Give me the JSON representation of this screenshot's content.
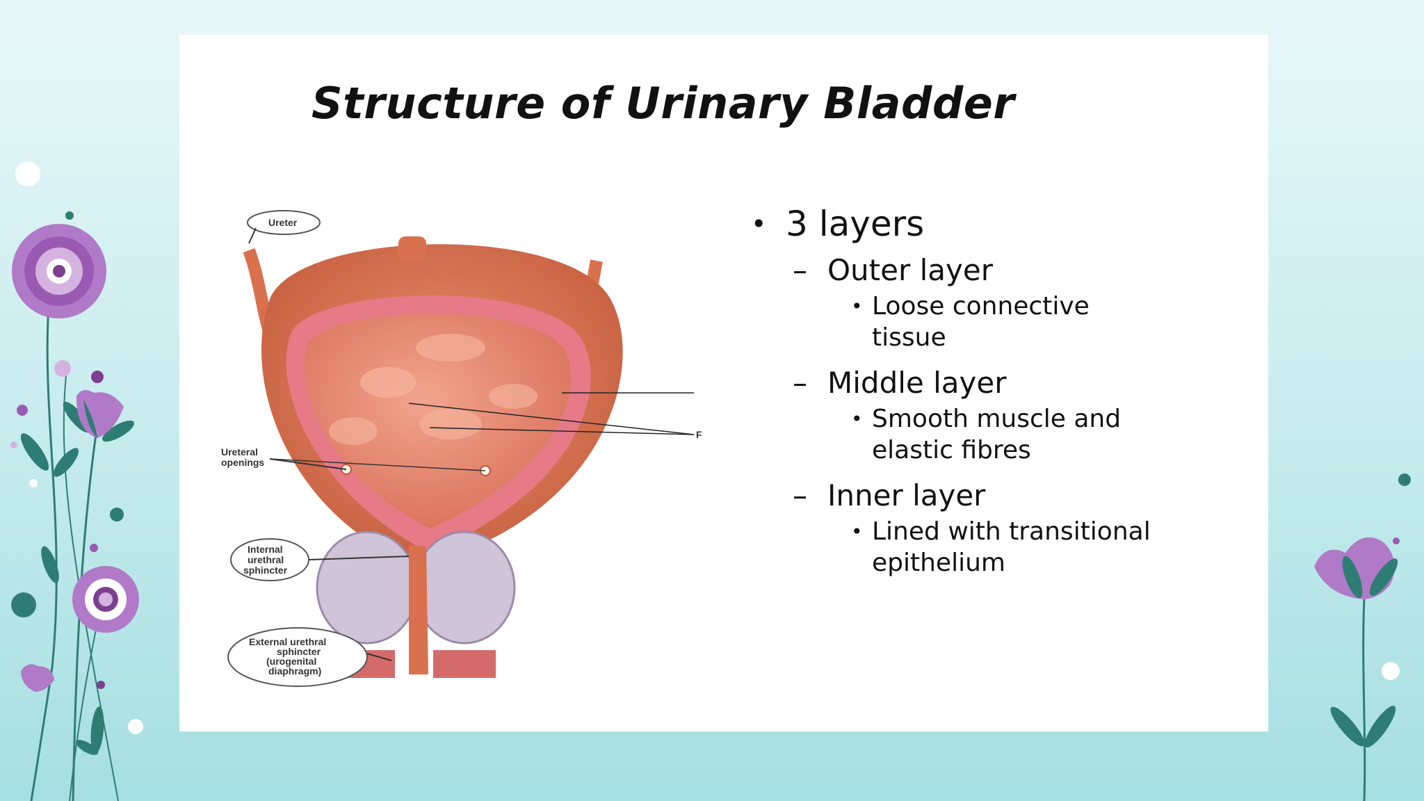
{
  "slide": {
    "title": "Structure of Urinary Bladder"
  },
  "figure": {
    "labels": {
      "ureter": "Ureter",
      "ureteral_openings_1": "Ureteral",
      "ureteral_openings_2": "openings",
      "internal_1": "Internal",
      "internal_2": "urethral",
      "internal_3": "sphincter",
      "external_1": "External urethral",
      "external_2": "sphincter",
      "external_3": "(urogenital",
      "external_4": "diaphragm)",
      "f": "F"
    }
  },
  "bullets": {
    "main": "3 layers",
    "outer": {
      "title": "Outer layer",
      "detail_1": "Loose connective",
      "detail_2": "tissue"
    },
    "middle": {
      "title": "Middle layer",
      "detail_1": "Smooth muscle and",
      "detail_2": "elastic fibres"
    },
    "inner": {
      "title": "Inner layer",
      "detail_1": "Lined with transitional",
      "detail_2": "epithelium"
    }
  },
  "colors": {
    "flower_purple": "#b07ac8",
    "flower_dark_purple": "#7d3f8f",
    "leaf_teal": "#2e7d74",
    "bladder_outer": "#d9714f",
    "bladder_inner": "#e8866f"
  }
}
